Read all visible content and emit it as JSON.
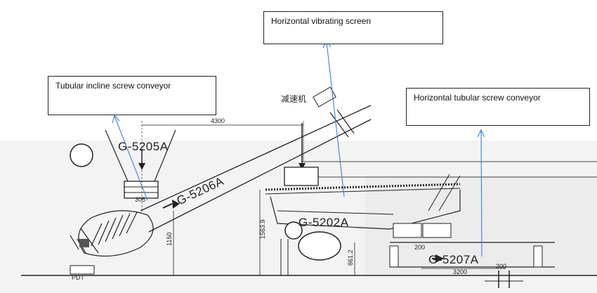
{
  "callouts": {
    "vibrating_screen": "Horizontal vibrating screen",
    "incline_conveyor": "Tubular incline screw conveyor",
    "horizontal_conveyor": "Horizontal tubular screw conveyor"
  },
  "equipment_tags": {
    "g5205a": "G-5205A",
    "g5206a": "G-5206A",
    "g5202a": "G-5202A",
    "g5207a": "G-5207A"
  },
  "dimensions": {
    "d4300": "4300",
    "d305": "305",
    "d1150": "1150",
    "d1563": "1563.9",
    "d861": "861.2",
    "d200a": "200",
    "d200b": "200",
    "d3200": "3200"
  },
  "chinese_label": "减速机",
  "colors": {
    "leader": "#3a7fd5",
    "line": "#222222"
  }
}
